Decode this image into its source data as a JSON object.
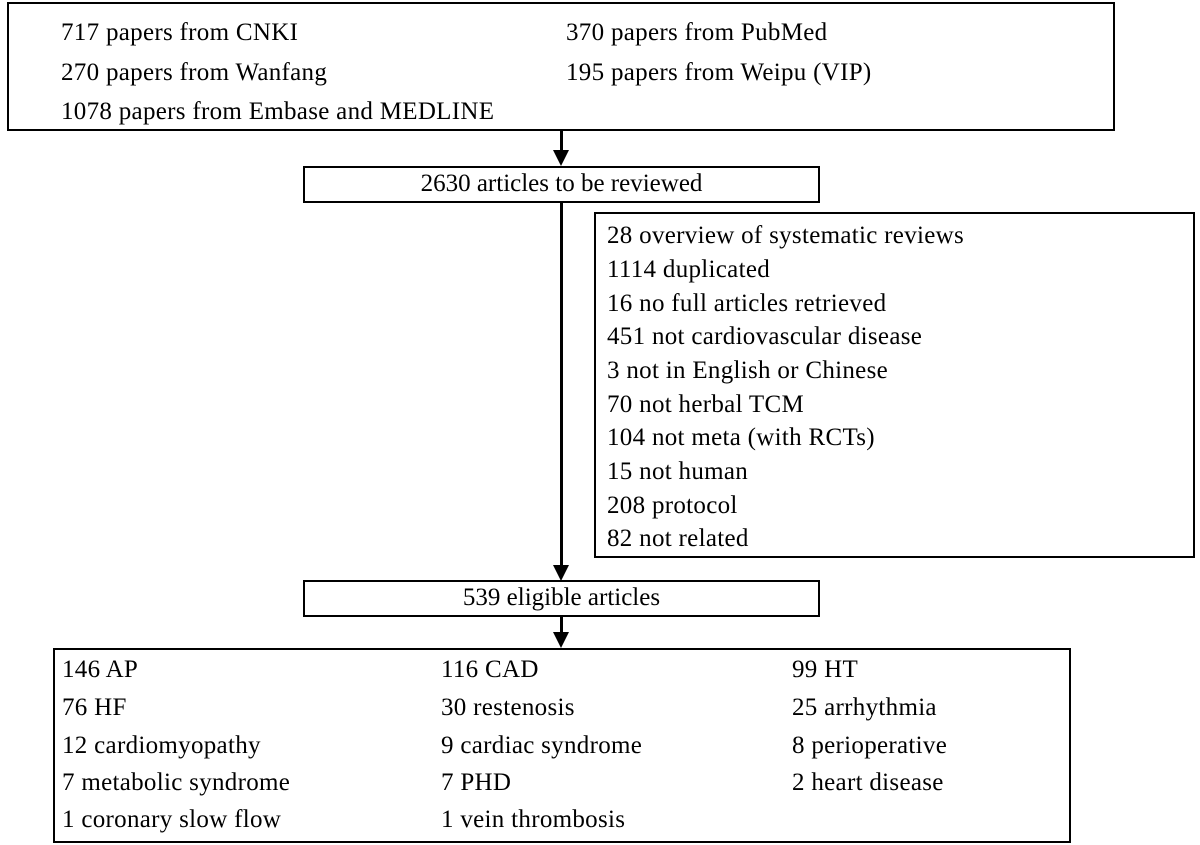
{
  "sources": {
    "cnki": "717 papers from CNKI",
    "pubmed": "370 papers from PubMed",
    "wanfang": "270 papers from Wanfang",
    "weipu": "195 papers from Weipu (VIP)",
    "embase": "1078 papers from Embase and MEDLINE"
  },
  "reviewed": "2630 articles to be reviewed",
  "exclusions": [
    "28 overview of systematic reviews",
    "1114 duplicated",
    "16 no full articles retrieved",
    "451 not cardiovascular disease",
    "3 not in English or Chinese",
    "70 not herbal TCM",
    "104 not meta (with RCTs)",
    "15 not human",
    "208 protocol",
    "82 not related"
  ],
  "eligible": "539 eligible articles",
  "categories": {
    "ap": "146 AP",
    "cad": "116 CAD",
    "ht": "99 HT",
    "hf": "76 HF",
    "restenosis": "30 restenosis",
    "arrhythmia": "25 arrhythmia",
    "cardiomyopathy": "12 cardiomyopathy",
    "cardiac_syndrome": "9 cardiac syndrome",
    "perioperative": "8 perioperative",
    "metabolic_syndrome": "7 metabolic syndrome",
    "phd": "7 PHD",
    "heart_disease": "2 heart disease",
    "coronary_slow_flow": "1 coronary slow flow",
    "vein_thrombosis": "1 vein thrombosis"
  }
}
